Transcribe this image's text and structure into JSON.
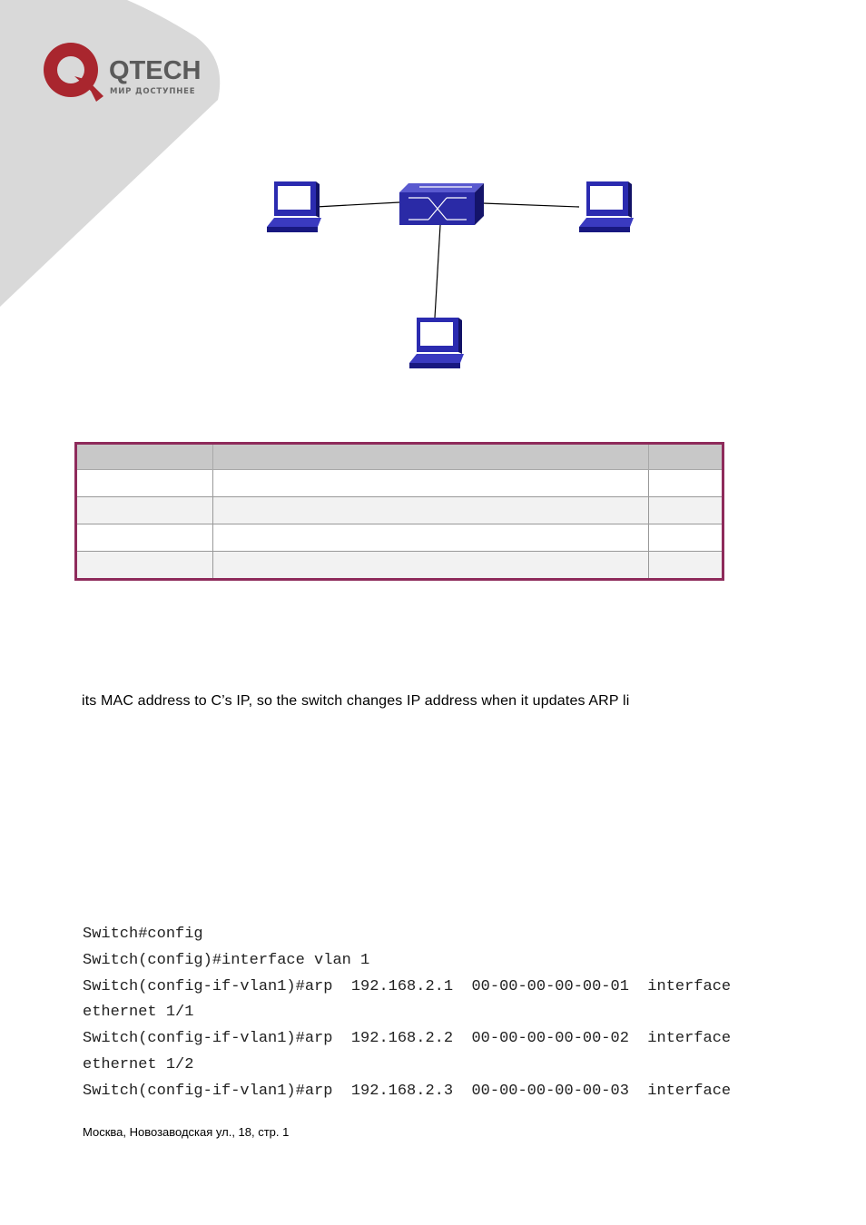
{
  "brand": {
    "name": "QTECH",
    "tagline": "МИР ДОСТУПНЕЕ",
    "colors": {
      "ring": "#a9262e",
      "text": "#5a5a5a",
      "corner": "#d9d9d9"
    }
  },
  "diagram": {
    "switch_color": "#2a2aa6",
    "pc_color": "#2b2bb0",
    "nodes": [
      "pc-left",
      "switch",
      "pc-right",
      "pc-bottom"
    ]
  },
  "table": {
    "border_color": "#8e2b5b",
    "header": [
      "",
      "",
      ""
    ],
    "rows": [
      [
        "",
        "",
        ""
      ],
      [
        "",
        "",
        ""
      ],
      [
        "",
        "",
        ""
      ],
      [
        "",
        "",
        ""
      ]
    ]
  },
  "paragraph": "its MAC address to C’s IP, so the switch changes IP address when it updates ARP li",
  "code_lines": [
    "Switch#config",
    "Switch(config)#interface vlan 1",
    "Switch(config-if-vlan1)#arp  192.168.2.1  00-00-00-00-00-01  interface",
    "ethernet 1/1",
    "Switch(config-if-vlan1)#arp  192.168.2.2  00-00-00-00-00-02  interface",
    "ethernet 1/2",
    "Switch(config-if-vlan1)#arp  192.168.2.3  00-00-00-00-00-03  interface"
  ],
  "footer": "Москва, Новозаводская ул., 18, стр. 1"
}
